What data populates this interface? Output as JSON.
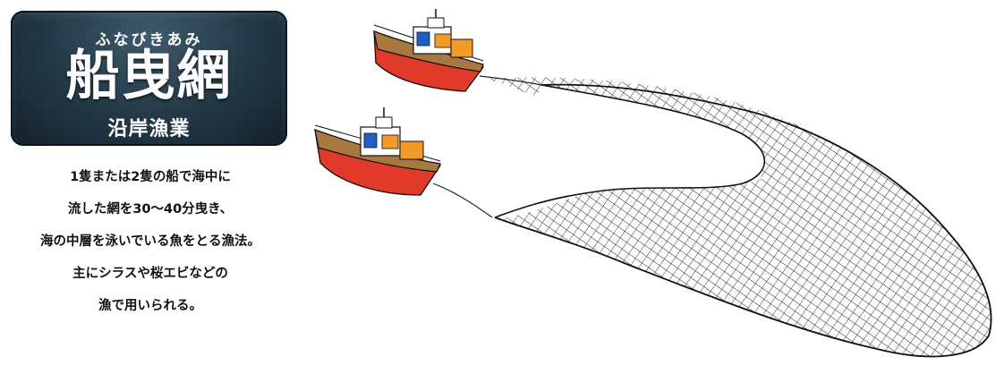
{
  "title": {
    "ruby": "ふなびきあみ",
    "main": "船曳網",
    "sub": "沿岸漁業"
  },
  "description": {
    "lines": [
      "1隻または2隻の船で海中に",
      "流した網を30～40分曳き、",
      "海の中層を泳いでいる魚をとる漁法。",
      "主にシラスや桜エビなどの",
      "漁で用いられる。"
    ]
  },
  "colors": {
    "title_bg": "#223745",
    "hull_red": "#e23a2a",
    "deck_brown": "#a8793e",
    "cabin_blue": "#1f5fc4",
    "cabin_orange": "#f39a2a",
    "net_line": "#222222"
  }
}
